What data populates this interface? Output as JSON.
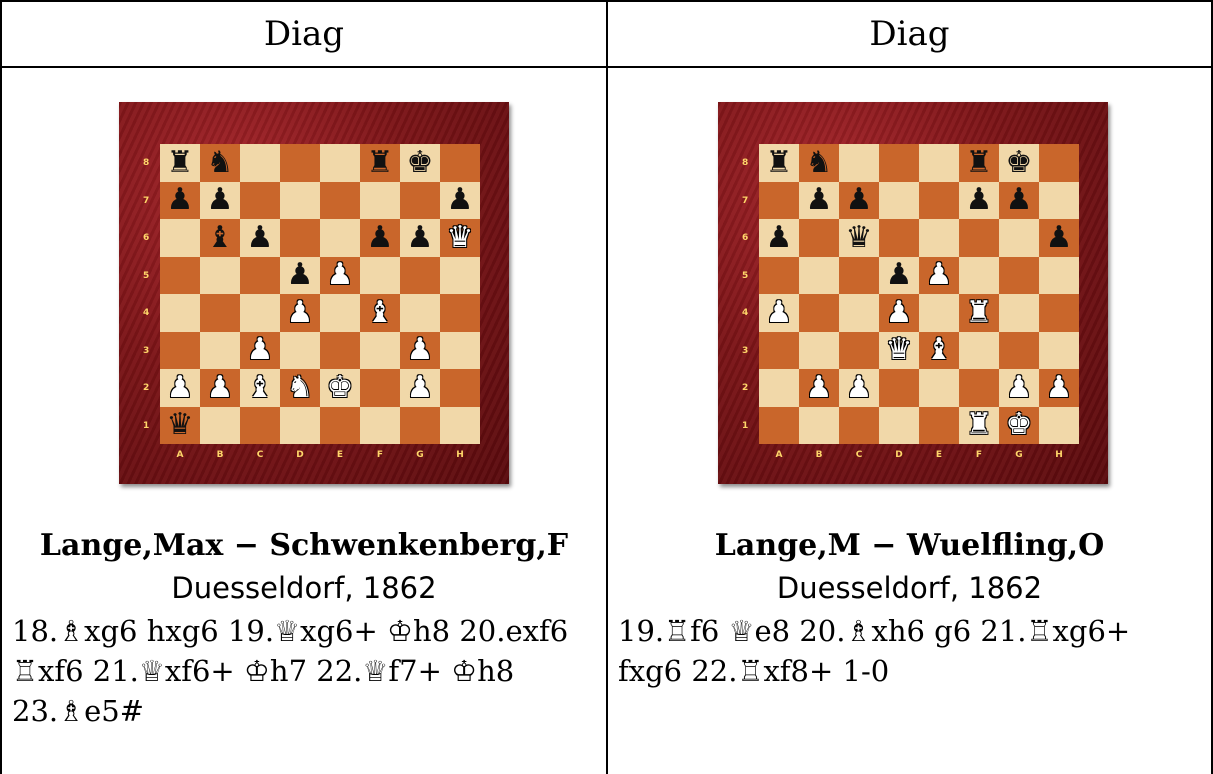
{
  "columns": [
    {
      "header": "Diag",
      "board": {
        "rows": [
          [
            "bR",
            "bN",
            "",
            "",
            "",
            "bR",
            "bK",
            ""
          ],
          [
            "bP",
            "bP",
            "",
            "",
            "",
            "",
            "",
            "bP"
          ],
          [
            "",
            "bB",
            "bP",
            "",
            "",
            "bP",
            "bP",
            "wQ"
          ],
          [
            "",
            "",
            "",
            "bP",
            "wP",
            "",
            "",
            ""
          ],
          [
            "",
            "",
            "",
            "wP",
            "",
            "wB",
            "",
            ""
          ],
          [
            "",
            "",
            "wP",
            "",
            "",
            "",
            "wP",
            ""
          ],
          [
            "wP",
            "wP",
            "wB",
            "wN",
            "wK",
            "",
            "wP",
            ""
          ],
          [
            "bQ",
            "",
            "",
            "",
            "",
            "",
            "",
            ""
          ]
        ]
      },
      "players": "Lange,Max − Schwenkenberg,F",
      "event": "Duesseldorf, 1862",
      "moves": [
        "18.♗xg6 hxg6 19.♕xg6+ ♔h8 20.exf6",
        "♖xf6  21.♕xf6+  ♔h7  22.♕f7+  ♔h8",
        "23.♗e5#"
      ]
    },
    {
      "header": "Diag",
      "board": {
        "rows": [
          [
            "bR",
            "bN",
            "",
            "",
            "",
            "bR",
            "bK",
            ""
          ],
          [
            "",
            "bP",
            "bP",
            "",
            "",
            "bP",
            "bP",
            ""
          ],
          [
            "bP",
            "",
            "bQ",
            "",
            "",
            "",
            "",
            "bP"
          ],
          [
            "",
            "",
            "",
            "bP",
            "wP",
            "",
            "",
            ""
          ],
          [
            "wP",
            "",
            "",
            "wP",
            "",
            "wR",
            "",
            ""
          ],
          [
            "",
            "",
            "",
            "wQ",
            "wB",
            "",
            "",
            ""
          ],
          [
            "",
            "wP",
            "wP",
            "",
            "",
            "",
            "wP",
            "wP"
          ],
          [
            "",
            "",
            "",
            "",
            "",
            "wR",
            "wK",
            ""
          ]
        ]
      },
      "players": "Lange,M − Wuelfling,O",
      "event": "Duesseldorf, 1862",
      "moves": [
        "19.♖f6  ♕e8  20.♗xh6  g6  21.♖xg6+",
        "fxg6 22.♖xf8+ 1-0"
      ]
    }
  ],
  "rank_labels": [
    "8",
    "7",
    "6",
    "5",
    "4",
    "3",
    "2",
    "1"
  ],
  "file_labels": [
    "A",
    "B",
    "C",
    "D",
    "E",
    "F",
    "G",
    "H"
  ],
  "piece_glyphs": {
    "K": "♚",
    "Q": "♛",
    "R": "♜",
    "B": "♝",
    "N": "♞",
    "P": "♟"
  }
}
